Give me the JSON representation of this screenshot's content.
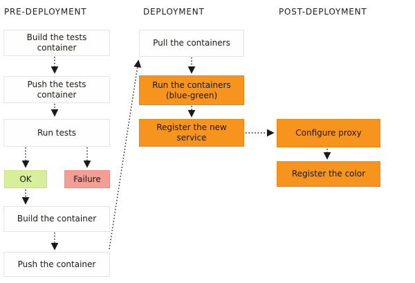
{
  "colors": {
    "process_orange": "#F7941E",
    "process_orange_border": "#E8860B",
    "ok_green": "#D9EE9B",
    "failure_red": "#F49D94",
    "neutral_box": "#FEFEFE",
    "neutral_border": "#E3E3E3",
    "arrow_black": "#1A1A1A"
  },
  "columns": [
    {
      "header": "PRE-DEPLOYMENT",
      "boxes": [
        {
          "id": "build-tests-container",
          "label": "Build the tests\ncontainer",
          "type": "neutral"
        },
        {
          "id": "push-tests-container",
          "label": "Push the tests\ncontainer",
          "type": "neutral"
        },
        {
          "id": "run-tests",
          "label": "Run tests",
          "type": "neutral"
        },
        {
          "id": "ok",
          "label": "OK",
          "type": "success"
        },
        {
          "id": "failure",
          "label": "Failure",
          "type": "failure"
        },
        {
          "id": "build-the-container",
          "label": "Build the container",
          "type": "neutral"
        },
        {
          "id": "push-the-container",
          "label": "Push the container",
          "type": "neutral"
        }
      ]
    },
    {
      "header": "DEPLOYMENT",
      "boxes": [
        {
          "id": "pull-the-containers",
          "label": "Pull the containers",
          "type": "neutral"
        },
        {
          "id": "run-the-containers",
          "label": "Run the containers\n(blue-green)",
          "type": "process"
        },
        {
          "id": "register-the-new-service",
          "label": "Register the new\nservice",
          "type": "process"
        }
      ]
    },
    {
      "header": "POST-DEPLOYMENT",
      "boxes": [
        {
          "id": "configure-proxy",
          "label": "Configure proxy",
          "type": "process"
        },
        {
          "id": "register-the-color",
          "label": "Register the color",
          "type": "process"
        }
      ]
    }
  ],
  "edges": [
    {
      "from": "build-tests-container",
      "to": "push-tests-container",
      "style": "dotted-arrow"
    },
    {
      "from": "push-tests-container",
      "to": "run-tests",
      "style": "dotted-arrow"
    },
    {
      "from": "run-tests",
      "to": "ok",
      "style": "dotted-arrow"
    },
    {
      "from": "run-tests",
      "to": "failure",
      "style": "dotted-arrow"
    },
    {
      "from": "ok",
      "to": "build-the-container",
      "style": "dotted-arrow"
    },
    {
      "from": "build-the-container",
      "to": "push-the-container",
      "style": "dotted-arrow"
    },
    {
      "from": "push-the-container",
      "to": "pull-the-containers",
      "style": "dotted-arrow-diagonal"
    },
    {
      "from": "pull-the-containers",
      "to": "run-the-containers",
      "style": "dotted-arrow"
    },
    {
      "from": "run-the-containers",
      "to": "register-the-new-service",
      "style": "dotted-arrow"
    },
    {
      "from": "register-the-new-service",
      "to": "configure-proxy",
      "style": "dotted-arrow"
    },
    {
      "from": "configure-proxy",
      "to": "register-the-color",
      "style": "dotted-arrow"
    }
  ]
}
